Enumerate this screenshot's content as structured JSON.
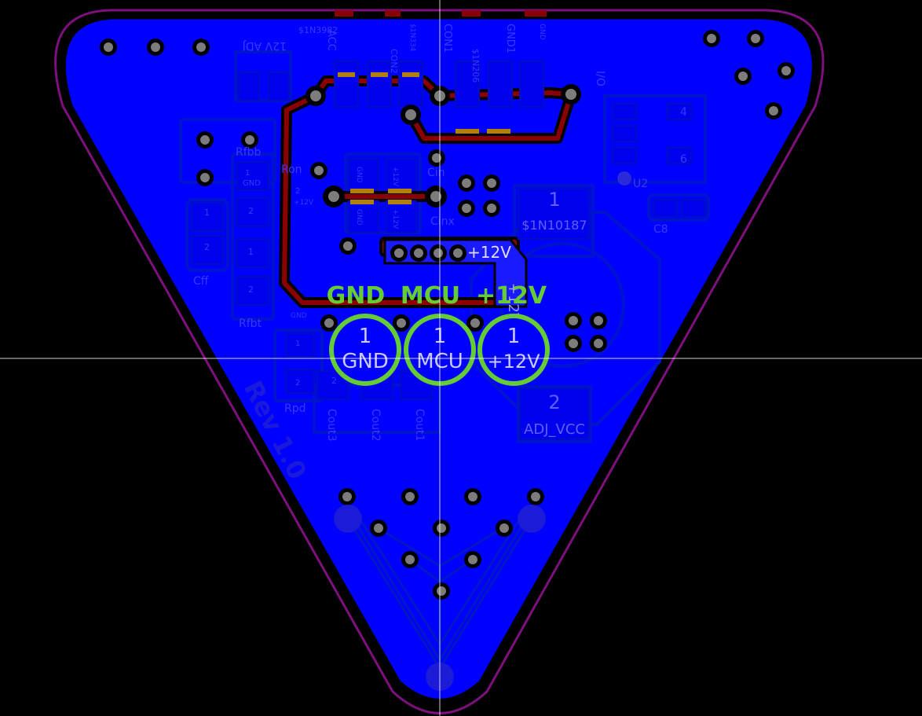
{
  "colors": {
    "background": "#000000",
    "board_fill": "#0000ff",
    "board_dark": "#0008c8",
    "outline": "#7d107d",
    "copper_top": "#8b0000",
    "copper_pad": "#b07f10",
    "silk": "#66cc33",
    "hole": "#7c7c7c",
    "crosshair": "#ffffff"
  },
  "connectors": {
    "gnd": {
      "title": "GND",
      "pad": "1",
      "net": "GND"
    },
    "mcu": {
      "title": "MCU",
      "pad": "1",
      "net": "MCU"
    },
    "v12": {
      "title": "+12V",
      "pad": "1",
      "net": "+12V"
    }
  },
  "nets": {
    "plus12_pad": "+12V",
    "plus12_vert": "+12V",
    "gnd_small": "GND",
    "plus12_small": "+12V"
  },
  "u1": {
    "pin1": "1",
    "value": "$1N10187",
    "pin2": "2",
    "pin2_net": "ADJ_VCC"
  },
  "top_labels": {
    "n1": "$1N3982",
    "n2": "CON2",
    "n3": "$1N334",
    "n4": "CON1",
    "n5": "$1N206",
    "n6": "GND1",
    "n7": "GND",
    "pinnums": [
      "2",
      "4",
      "6"
    ],
    "l_acc": "ACC",
    "l_12vadj": "12V ADJ",
    "l_con2": "CON2",
    "l_conl": "CON1",
    "l_gnd1": "GND1"
  },
  "silk_labels": {
    "rfbb": "Rfbb",
    "ron": "Ron",
    "cin": "Cin",
    "cinx": "Cinx",
    "cff": "Cff",
    "rfbt": "Rfbt",
    "rpd": "Rpd",
    "cout3": "Cout3",
    "cout2": "Cout2",
    "cout1": "Cout1",
    "c8": "C8",
    "u2": "U2",
    "rev": "Rev 1.0",
    "io": "I/O",
    "pin4": "4",
    "pin6": "6",
    "gnd_pad": "GND",
    "one": "1",
    "two": "2"
  }
}
